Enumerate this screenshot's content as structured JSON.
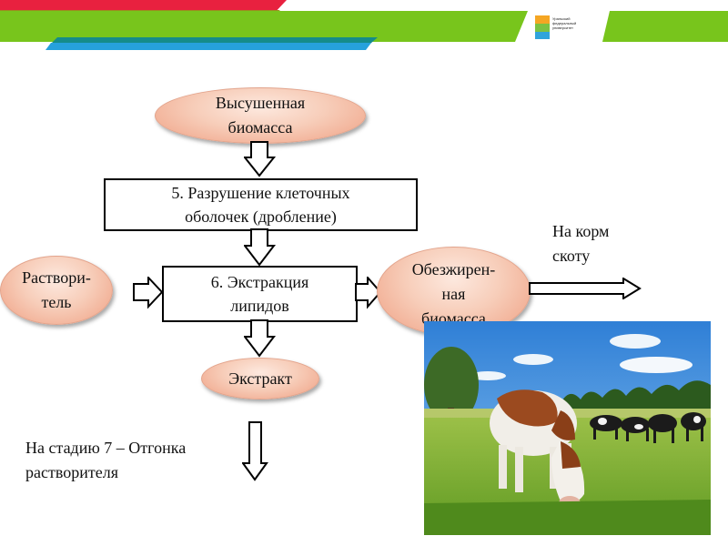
{
  "header": {
    "logo": {
      "line1": "Уральский",
      "line2": "федеральный",
      "line3": "университет"
    },
    "colors": {
      "red": "#e8213f",
      "olive": "#9a8f1e",
      "green": "#78c51c",
      "teal": "#158c8a",
      "blue": "#26a1dc"
    }
  },
  "diagram": {
    "dried_biomass": "Высушенная биомасса",
    "step5": "5. Разрушение клеточных оболочек (дробление)",
    "step6": "6. Экстракция липидов",
    "solvent_line1": "Раствори-",
    "solvent_line2": "тель",
    "defatted_line1": "Обезжирен-",
    "defatted_line2": "ная",
    "defatted_line3": "биомасса",
    "extract": "Экстракт",
    "feed_line1": "На корм",
    "feed_line2": "скоту",
    "next_stage_line1": "На стадию 7 – Отгонка",
    "next_stage_line2": "растворителя"
  },
  "photo": {
    "subject": "cows-grazing-photo"
  }
}
